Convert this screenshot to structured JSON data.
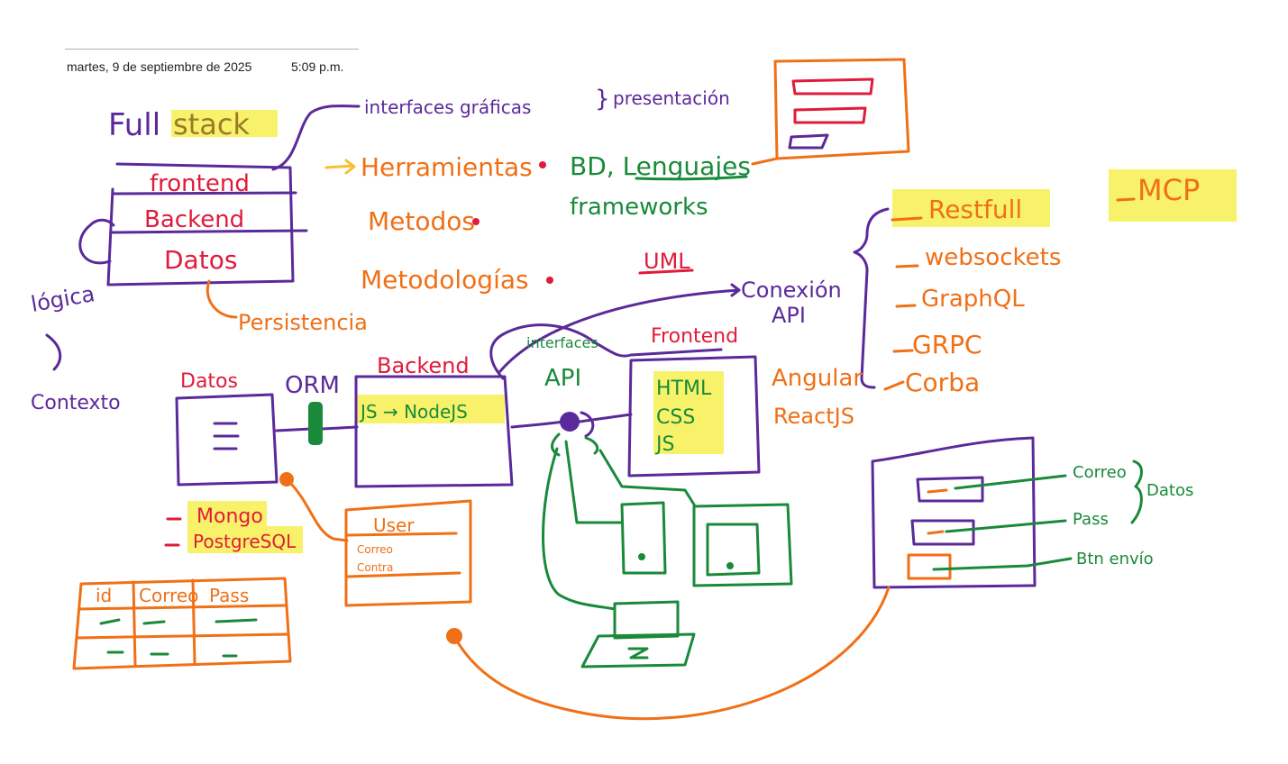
{
  "header": {
    "date": "martes, 9 de septiembre de 2025",
    "time": "5:09 p.m."
  },
  "colors": {
    "purple": "#5b2a9a",
    "red": "#e01b3b",
    "orange": "#f07016",
    "green": "#198a3a",
    "highlight": "#f8f26a",
    "blue": "#1f72c8"
  },
  "notes": {
    "title_full": "Full",
    "title_stack": "stack",
    "layer_frontend": "frontend",
    "layer_backend": "Backend",
    "layer_datos": "Datos",
    "logica": "lógica",
    "contexto": "Contexto",
    "persistencia": "Persistencia",
    "interfaces": "interfaces gráficas",
    "presentacion": "presentación",
    "herramientas": "Herramientas",
    "bd_lenguajes": "BD, Lenguajes",
    "frameworks": "frameworks",
    "metodos": "Metodos",
    "metodologias": "Metodologías",
    "uml": "UML",
    "conexion": "Conexión",
    "api": "API",
    "api_list": [
      "Restfull",
      "websockets",
      "GraphQL",
      "GRPC",
      "Corba"
    ],
    "mcp": "MCP",
    "datos_label": "Datos",
    "orm": "ORM",
    "backend_box": "Backend",
    "js_node": "JS → NodeJS",
    "interfaces_api": "interfaces",
    "api_label": "API",
    "frontend_box": "Frontend",
    "html": "HTML",
    "css": "CSS",
    "js": "JS",
    "angular": "Angular",
    "reactjs": "ReactJS",
    "mongo": "Mongo",
    "postgresql": "PostgreSQL",
    "user_table": "User",
    "user_fields": [
      "Correo",
      "Contra"
    ],
    "table_headers": [
      "id",
      "Correo",
      "Pass"
    ],
    "form_fields": [
      "Correo",
      "Pass",
      "Btn envío"
    ],
    "datos_right": "Datos"
  }
}
